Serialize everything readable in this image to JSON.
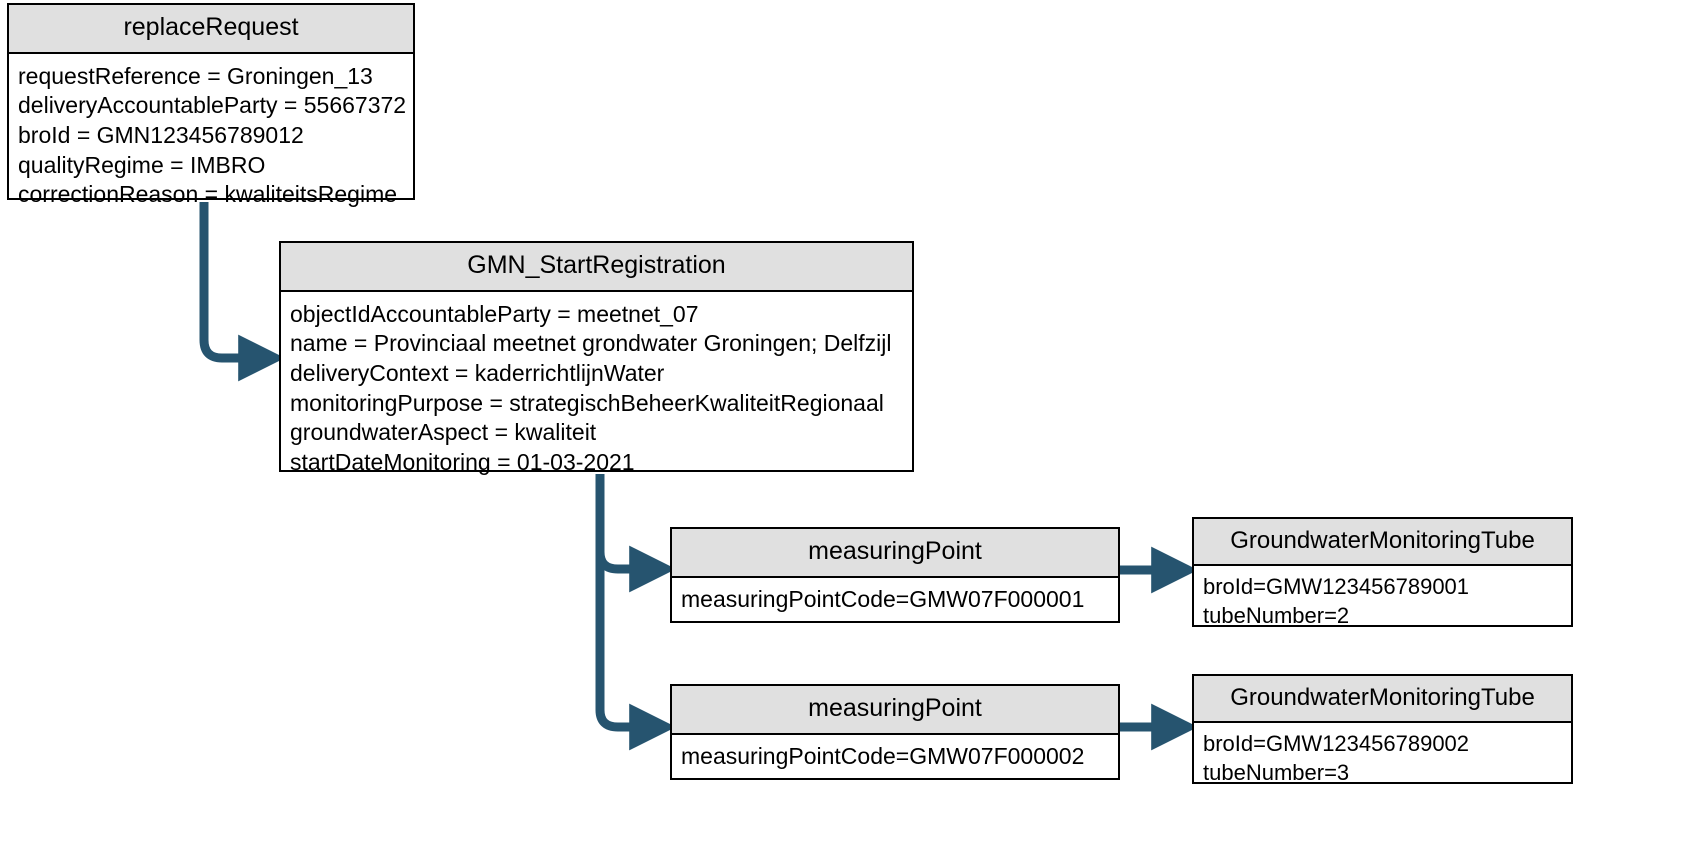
{
  "diagram": {
    "title": "GMN replaceRequest structure",
    "colors": {
      "box_border": "#000000",
      "header_fill": "#e0e0e0",
      "body_fill": "#ffffff",
      "connector": "#26546f",
      "text": "#000000"
    }
  },
  "boxes": {
    "replace_request": {
      "header": "replaceRequest",
      "attributes": [
        "requestReference = Groningen_13",
        "deliveryAccountableParty = 55667372",
        "broId = GMN123456789012",
        "qualityRegime = IMBRO",
        "correctionReason = kwaliteitsRegime"
      ]
    },
    "gmn_start_registration": {
      "header": "GMN_StartRegistration",
      "attributes": [
        "objectIdAccountableParty = meetnet_07",
        "name = Provinciaal meetnet grondwater Groningen; Delfzijl",
        "deliveryContext = kaderrichtlijnWater",
        "monitoringPurpose = strategischBeheerKwaliteitRegionaal",
        "groundwaterAspect = kwaliteit",
        "startDateMonitoring = 01-03-2021"
      ]
    },
    "measuring_point_1": {
      "header": "measuringPoint",
      "attributes": [
        "measuringPointCode=GMW07F000001"
      ]
    },
    "measuring_point_2": {
      "header": "measuringPoint",
      "attributes": [
        "measuringPointCode=GMW07F000002"
      ]
    },
    "groundwater_monitoring_tube_1": {
      "header": "GroundwaterMonitoringTube",
      "attributes": [
        "broId=GMW123456789001",
        "tubeNumber=2"
      ]
    },
    "groundwater_monitoring_tube_2": {
      "header": "GroundwaterMonitoringTube",
      "attributes": [
        "broId=GMW123456789002",
        "tubeNumber=3"
      ]
    }
  },
  "connectors": [
    {
      "name": "replace-request-to-gmn-start",
      "from": "replace_request",
      "to": "gmn_start_registration"
    },
    {
      "name": "gmn-start-to-measuring-point-1",
      "from": "gmn_start_registration",
      "to": "measuring_point_1"
    },
    {
      "name": "gmn-start-to-measuring-point-2",
      "from": "gmn_start_registration",
      "to": "measuring_point_2"
    },
    {
      "name": "measuring-point-1-to-tube-1",
      "from": "measuring_point_1",
      "to": "groundwater_monitoring_tube_1"
    },
    {
      "name": "measuring-point-2-to-tube-2",
      "from": "measuring_point_2",
      "to": "groundwater_monitoring_tube_2"
    }
  ]
}
